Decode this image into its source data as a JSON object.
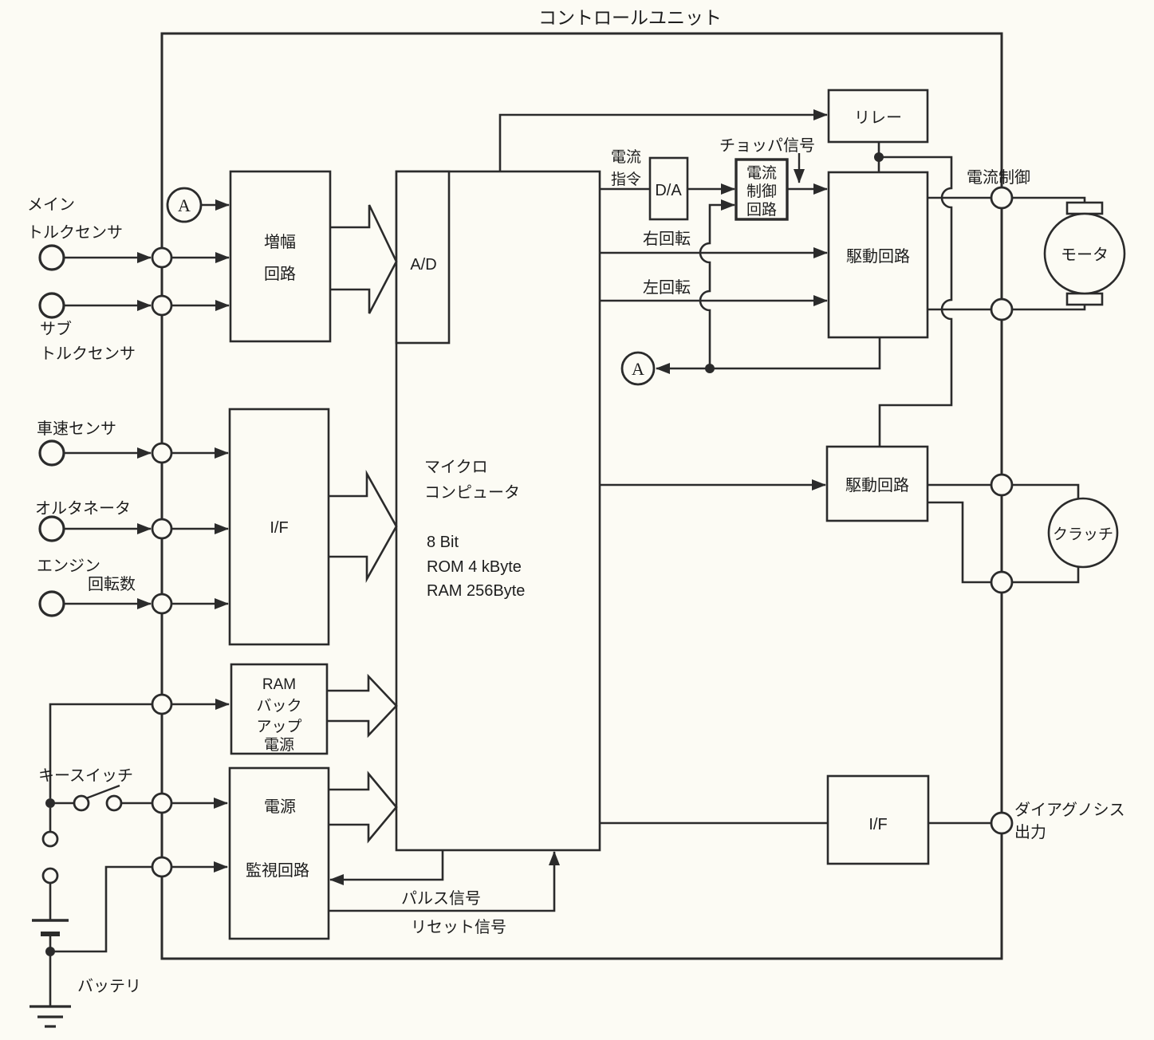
{
  "title": "コントロールユニット",
  "inputs": {
    "main_torque": [
      "メイン",
      "トルクセンサ"
    ],
    "sub_torque": [
      "サブ",
      "トルクセンサ"
    ],
    "speed_sensor": "車速センサ",
    "alternator": "オルタネータ",
    "engine_rpm": [
      "エンジン",
      "回転数"
    ],
    "key_switch": "キースイッチ",
    "battery": "バッテリ"
  },
  "blocks": {
    "amplifier": [
      "増幅",
      "回路"
    ],
    "ad_converter": "A/D",
    "interface_left": "I/F",
    "ram_backup": [
      "RAM",
      "バック",
      "アップ",
      "電源"
    ],
    "power_monitor": [
      "電源",
      "監視回路"
    ],
    "microcomputer": [
      "マイクロ",
      "コンピュータ",
      "8 Bit",
      "ROM  4 kByte",
      "RAM 256Byte"
    ],
    "relay": "リレー",
    "da_converter": "D/A",
    "current_control_circuit": [
      "電流",
      "制御",
      "回路"
    ],
    "drive_circuit_motor": "駆動回路",
    "drive_circuit_clutch": "駆動回路",
    "interface_right": "I/F",
    "motor": "モータ",
    "clutch": "クラッチ"
  },
  "signals": {
    "current_command": [
      "電流",
      "指令"
    ],
    "chopper_signal": "チョッパ信号",
    "rotate_right": "右回転",
    "rotate_left": "左回転",
    "current_control": "電流制御",
    "pulse_signal": "パルス信号",
    "reset_signal": "リセット信号",
    "diagnosis_output": [
      "ダイアグノシス",
      "出力"
    ],
    "ammeter": "A"
  },
  "colors": {
    "line": "#2b2b2b",
    "background": "#fcfbf4",
    "text": "#1d1d1d"
  }
}
